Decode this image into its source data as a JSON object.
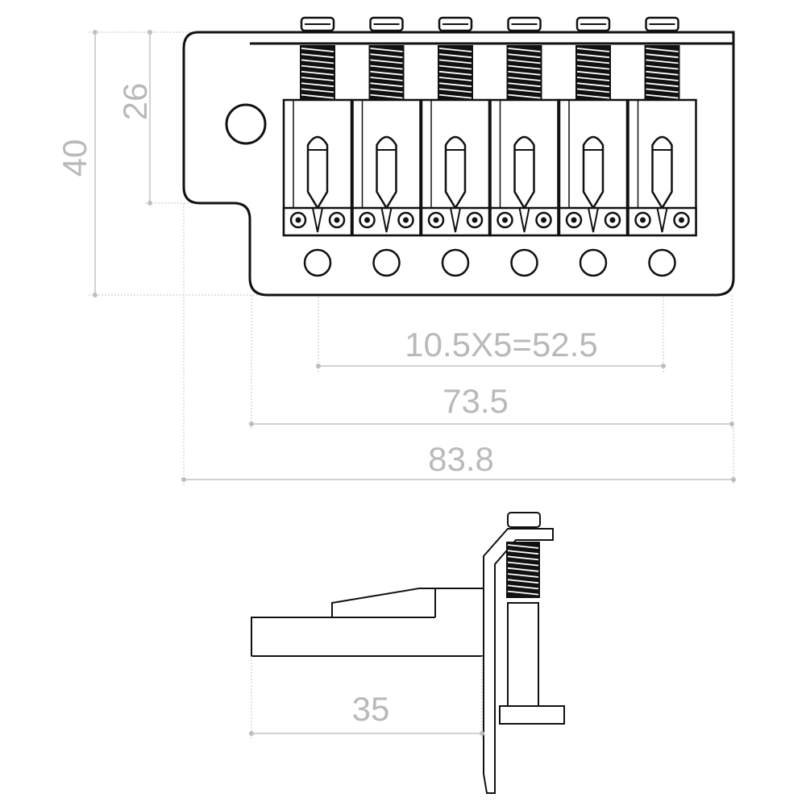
{
  "dimensions": {
    "height_total": "40",
    "height_partial": "26",
    "string_spacing": "10.5X5=52.5",
    "width_holes": "73.5",
    "width_total": "83.8",
    "side_depth": "35"
  },
  "saddles": {
    "count": 6
  }
}
